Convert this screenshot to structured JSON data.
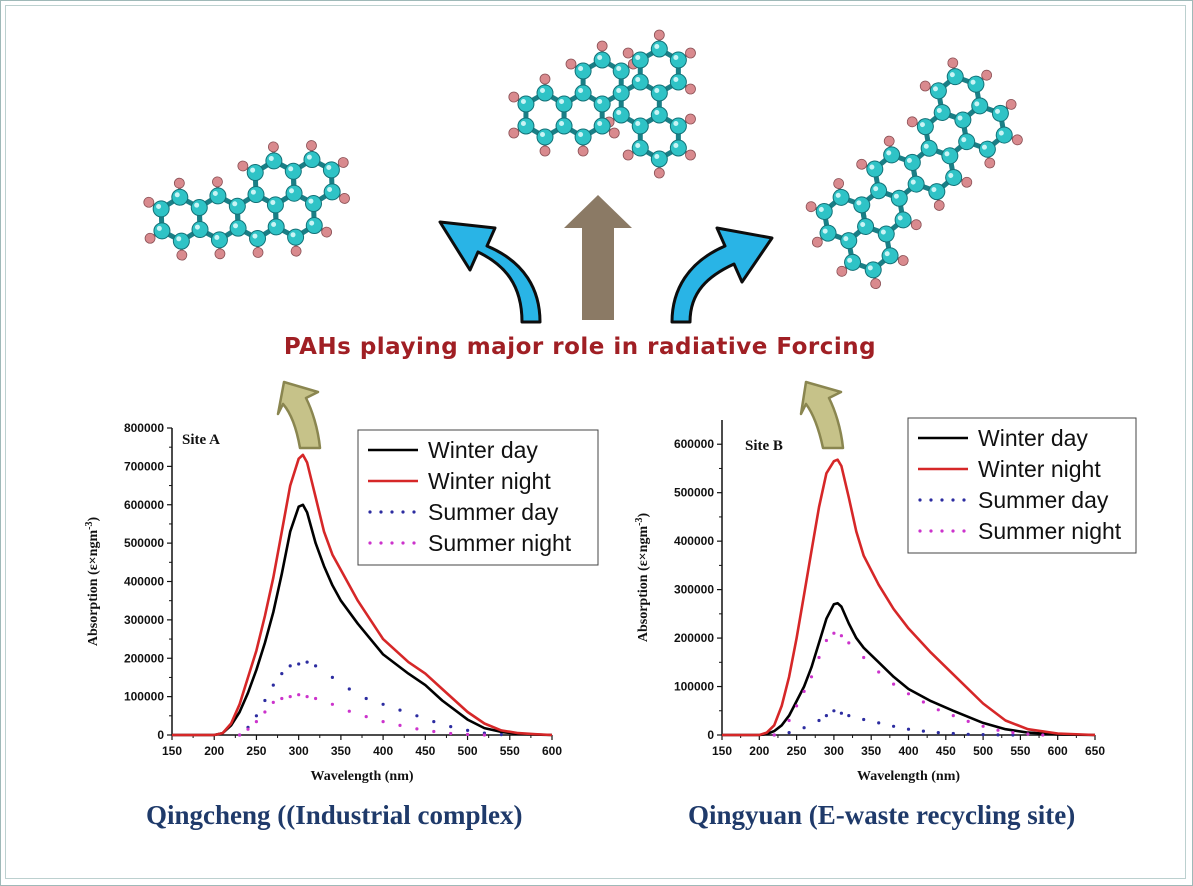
{
  "headline": "PAHs playing major role in radiative Forcing",
  "colors": {
    "atom_carbon": "#2fc3c6",
    "atom_hydrogen": "#d98a8e",
    "arrow_blue": "#29b4e6",
    "arrow_brown": "#8b7a65",
    "arrow_olive": "#c6c289",
    "headline_red": "#a01f24",
    "caption_blue": "#1f3a6a"
  },
  "icons": [
    "molecule-left",
    "molecule-center",
    "molecule-right",
    "blue-curved-arrow-left",
    "brown-up-arrow",
    "blue-curved-arrow-right",
    "olive-curved-arrow-a",
    "olive-curved-arrow-b"
  ],
  "chart_data": [
    {
      "type": "line",
      "site_label": "Site A",
      "caption": "Qingcheng ((Industrial complex)",
      "xlabel": "Wavelength (nm)",
      "ylabel_main": "Absorption (ε×ngm",
      "ylabel_sup": "-3",
      "ylabel_close": ")",
      "xlim": [
        150,
        600
      ],
      "ylim": [
        0,
        800000
      ],
      "xticks": [
        150,
        200,
        250,
        300,
        350,
        400,
        450,
        500,
        550,
        600
      ],
      "yticks": [
        0,
        100000,
        200000,
        300000,
        400000,
        500000,
        600000,
        700000,
        800000
      ],
      "legend_position": "top-right",
      "series": [
        {
          "name": "Winter day",
          "color": "#000000",
          "style": "solid",
          "x": [
            150,
            200,
            210,
            220,
            230,
            240,
            250,
            260,
            270,
            280,
            290,
            300,
            305,
            310,
            320,
            330,
            340,
            350,
            370,
            400,
            430,
            450,
            470,
            500,
            520,
            540,
            560,
            580,
            600
          ],
          "y": [
            0,
            0,
            5000,
            25000,
            60000,
            110000,
            170000,
            240000,
            320000,
            420000,
            530000,
            595000,
            600000,
            580000,
            500000,
            440000,
            390000,
            350000,
            290000,
            210000,
            160000,
            130000,
            90000,
            40000,
            18000,
            8000,
            3000,
            1000,
            0
          ]
        },
        {
          "name": "Winter night",
          "color": "#d62728",
          "style": "solid",
          "x": [
            150,
            200,
            210,
            220,
            230,
            240,
            250,
            260,
            270,
            280,
            290,
            300,
            305,
            310,
            320,
            330,
            340,
            350,
            370,
            400,
            430,
            450,
            470,
            500,
            520,
            540,
            560,
            580,
            600
          ],
          "y": [
            0,
            0,
            5000,
            30000,
            80000,
            150000,
            220000,
            310000,
            410000,
            530000,
            650000,
            720000,
            730000,
            710000,
            620000,
            530000,
            470000,
            430000,
            350000,
            250000,
            190000,
            160000,
            120000,
            60000,
            30000,
            12000,
            5000,
            2000,
            0
          ]
        },
        {
          "name": "Summer day",
          "color": "#2c2ca0",
          "style": "dotted",
          "x": [
            230,
            240,
            250,
            260,
            270,
            280,
            290,
            300,
            310,
            320,
            340,
            360,
            380,
            400,
            420,
            440,
            460,
            480,
            500,
            520,
            540
          ],
          "y": [
            0,
            20000,
            50000,
            90000,
            130000,
            160000,
            180000,
            185000,
            190000,
            180000,
            150000,
            120000,
            95000,
            80000,
            65000,
            50000,
            35000,
            22000,
            12000,
            5000,
            1000
          ]
        },
        {
          "name": "Summer night",
          "color": "#cc33cc",
          "style": "dotted",
          "x": [
            230,
            240,
            250,
            260,
            270,
            280,
            290,
            300,
            310,
            320,
            340,
            360,
            380,
            400,
            420,
            440,
            460,
            480,
            500,
            520
          ],
          "y": [
            0,
            15000,
            35000,
            60000,
            85000,
            95000,
            100000,
            105000,
            100000,
            95000,
            80000,
            62000,
            48000,
            35000,
            25000,
            16000,
            9000,
            4000,
            1500,
            0
          ]
        }
      ]
    },
    {
      "type": "line",
      "site_label": "Site B",
      "caption": "Qingyuan (E-waste recycling site)",
      "xlabel": "Wavelength (nm)",
      "ylabel_main": "Absorption (ε×ngm",
      "ylabel_sup": "-3",
      "ylabel_close": ")",
      "xlim": [
        150,
        650
      ],
      "ylim": [
        0,
        650000
      ],
      "xticks": [
        150,
        200,
        250,
        300,
        350,
        400,
        450,
        500,
        550,
        600,
        650
      ],
      "yticks": [
        0,
        100000,
        200000,
        300000,
        400000,
        500000,
        600000
      ],
      "legend_position": "top-right",
      "series": [
        {
          "name": "Winter day",
          "color": "#000000",
          "style": "solid",
          "x": [
            150,
            200,
            210,
            220,
            230,
            240,
            250,
            260,
            270,
            280,
            290,
            300,
            305,
            310,
            320,
            330,
            340,
            360,
            380,
            400,
            430,
            460,
            500,
            530,
            560,
            600,
            650
          ],
          "y": [
            0,
            0,
            2000,
            8000,
            20000,
            40000,
            70000,
            100000,
            140000,
            190000,
            240000,
            270000,
            272000,
            265000,
            230000,
            200000,
            180000,
            150000,
            120000,
            95000,
            70000,
            50000,
            25000,
            12000,
            5000,
            1000,
            0
          ]
        },
        {
          "name": "Winter night",
          "color": "#d62728",
          "style": "solid",
          "x": [
            150,
            200,
            210,
            220,
            230,
            240,
            250,
            260,
            270,
            280,
            290,
            300,
            305,
            310,
            320,
            330,
            340,
            360,
            380,
            400,
            430,
            460,
            500,
            530,
            560,
            600,
            650
          ],
          "y": [
            0,
            0,
            5000,
            20000,
            60000,
            120000,
            200000,
            290000,
            380000,
            470000,
            540000,
            565000,
            568000,
            555000,
            490000,
            420000,
            370000,
            310000,
            260000,
            220000,
            170000,
            125000,
            65000,
            30000,
            12000,
            3000,
            0
          ]
        },
        {
          "name": "Summer day",
          "color": "#2c2ca0",
          "style": "dotted",
          "x": [
            220,
            240,
            260,
            280,
            290,
            300,
            310,
            320,
            340,
            360,
            380,
            400,
            420,
            440,
            460,
            480,
            500,
            520,
            540
          ],
          "y": [
            0,
            5000,
            15000,
            30000,
            40000,
            50000,
            45000,
            40000,
            32000,
            25000,
            18000,
            12000,
            8000,
            5000,
            3000,
            1500,
            800,
            300,
            0
          ]
        },
        {
          "name": "Summer night",
          "color": "#cc33cc",
          "style": "dotted",
          "x": [
            220,
            240,
            250,
            260,
            270,
            280,
            290,
            300,
            310,
            320,
            340,
            360,
            380,
            400,
            420,
            440,
            460,
            480,
            500,
            520,
            540,
            560,
            580
          ],
          "y": [
            0,
            30000,
            60000,
            90000,
            120000,
            160000,
            195000,
            210000,
            205000,
            190000,
            160000,
            130000,
            105000,
            85000,
            68000,
            52000,
            40000,
            28000,
            18000,
            10000,
            5000,
            2000,
            0
          ]
        }
      ]
    }
  ]
}
